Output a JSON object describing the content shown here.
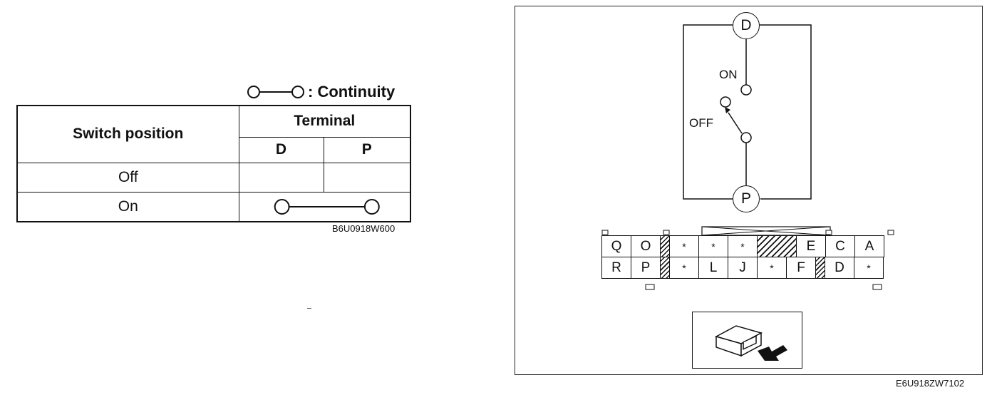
{
  "legend": {
    "label": ": Continuity"
  },
  "table": {
    "col_switch_position": "Switch position",
    "col_terminal": "Terminal",
    "terminals": [
      "D",
      "P"
    ],
    "rows": [
      {
        "position": "Off",
        "continuity": false
      },
      {
        "position": "On",
        "continuity": true
      }
    ]
  },
  "caption_left": "B6U0918W600",
  "circuit": {
    "terminal_top": "D",
    "terminal_bottom": "P",
    "label_on": "ON",
    "label_off": "OFF"
  },
  "connector": {
    "top_row": [
      "Q",
      "O",
      "",
      "*",
      "*",
      "*",
      "",
      "E",
      "C",
      "A"
    ],
    "bottom_row": [
      "R",
      "P",
      "",
      "*",
      "L",
      "J",
      "*",
      "F",
      "",
      "D",
      "*"
    ]
  },
  "caption_right": "E6U918ZW7102"
}
